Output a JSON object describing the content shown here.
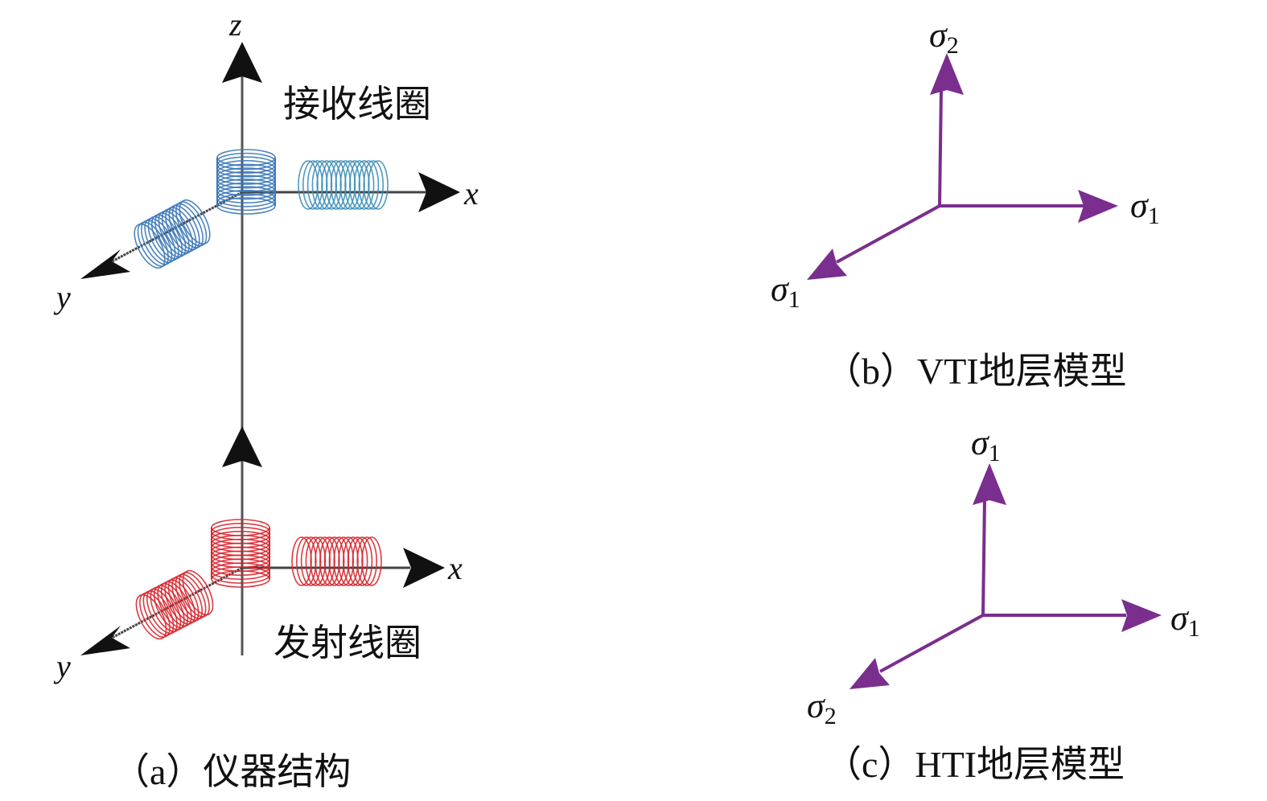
{
  "figure_a": {
    "caption": "（a）仪器结构",
    "receiver_label": "接收线圈",
    "transmitter_label": "发射线圈",
    "axis_labels": {
      "z": "z",
      "x_upper": "x",
      "y_upper": "y",
      "x_lower": "x",
      "y_lower": "y"
    },
    "receiver_color": "#3b78b8",
    "receiver_x_coil_color": "#3d8fb8",
    "transmitter_color": "#d9262e",
    "axis_color": "#555555"
  },
  "figure_b": {
    "caption": "（b）VTI地层模型",
    "up_symbol": "σ",
    "up_sub": "2",
    "right_symbol": "σ",
    "right_sub": "1",
    "diag_symbol": "σ",
    "diag_sub": "1",
    "arrow_color": "#7a2e8e"
  },
  "figure_c": {
    "caption": "（c）HTI地层模型",
    "up_symbol": "σ",
    "up_sub": "1",
    "right_symbol": "σ",
    "right_sub": "1",
    "diag_symbol": "σ",
    "diag_sub": "2",
    "arrow_color": "#7a2e8e"
  }
}
